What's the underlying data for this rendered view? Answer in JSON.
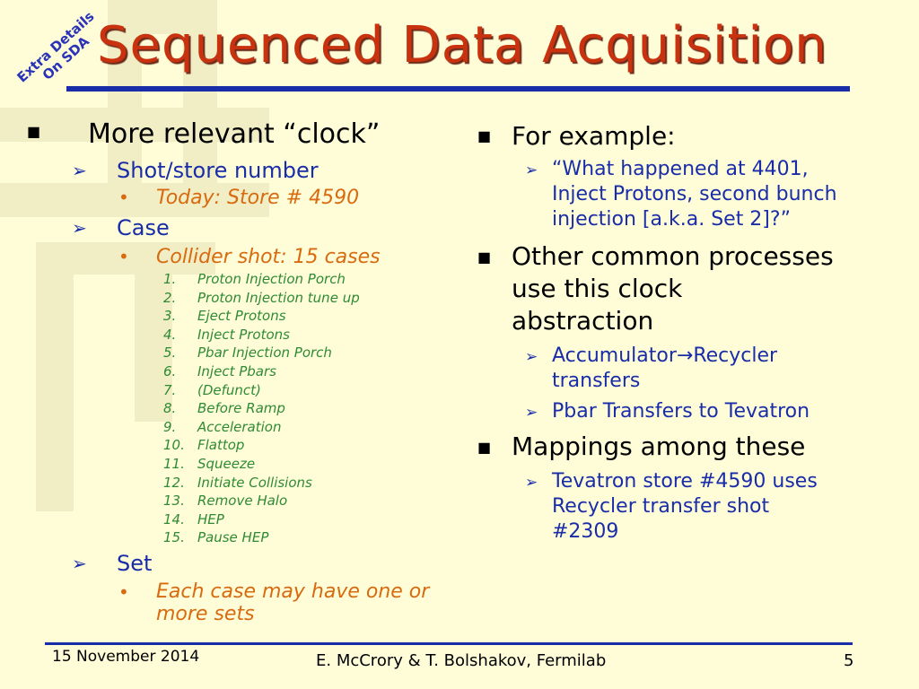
{
  "colors": {
    "background": "#fefdd8",
    "title": "#c8320e",
    "rule": "#1a2da8",
    "level2": "#1a2da8",
    "level3": "#d86a10",
    "cases": "#2f8a34",
    "badge": "#2a33b8"
  },
  "badge": {
    "line1": "Extra Details",
    "line2": "On SDA"
  },
  "title": "Sequenced Data Acquisition",
  "bullet_icons": {
    "square": "square-bullet-icon",
    "arrow": "arrow-bullet-icon",
    "dot": "dot-bullet-icon"
  },
  "left": {
    "heading": "More relevant “clock”",
    "shot": {
      "label": "Shot/store number",
      "detail": "Today: Store # 4590"
    },
    "case": {
      "label": "Case",
      "detail": "Collider shot: 15 cases",
      "items": [
        {
          "num": "1.",
          "text": "Proton Injection Porch"
        },
        {
          "num": "2.",
          "text": "Proton Injection tune up"
        },
        {
          "num": "3.",
          "text": "Eject Protons"
        },
        {
          "num": "4.",
          "text": "Inject Protons"
        },
        {
          "num": "5.",
          "text": "Pbar Injection Porch"
        },
        {
          "num": "6.",
          "text": "Inject Pbars"
        },
        {
          "num": "7.",
          "text": "(Defunct)"
        },
        {
          "num": "8.",
          "text": "Before Ramp"
        },
        {
          "num": "9.",
          "text": "Acceleration"
        },
        {
          "num": "10.",
          "text": "Flattop"
        },
        {
          "num": "11.",
          "text": "Squeeze"
        },
        {
          "num": "12.",
          "text": "Initiate Collisions"
        },
        {
          "num": "13.",
          "text": "Remove Halo"
        },
        {
          "num": "14.",
          "text": "HEP"
        },
        {
          "num": "15.",
          "text": "Pause HEP"
        }
      ]
    },
    "set": {
      "label": "Set",
      "detail_line1": "Each case may have one or",
      "detail_line2": "more sets"
    }
  },
  "right": {
    "example": {
      "label": "For example:",
      "quote_line1": "“What happened at 4401,",
      "quote_line2": "Inject Protons, second bunch",
      "quote_line3": "injection [a.k.a. Set 2]?”"
    },
    "processes": {
      "line1": "Other common processes",
      "line2": "use this clock",
      "line3": "abstraction",
      "transfer_from": "Accumulator",
      "transfer_arrow": "→",
      "transfer_to": "Recycler",
      "transfer_line2": "transfers",
      "pbar": "Pbar Transfers to Tevatron"
    },
    "mappings": {
      "label": "Mappings among these",
      "line1": "Tevatron store #4590 uses",
      "line2": "Recycler transfer shot",
      "line3": "#2309"
    }
  },
  "footer": {
    "date": "15 November 2014",
    "authors": "E. McCrory & T. Bolshakov, Fermilab",
    "page": "5"
  }
}
